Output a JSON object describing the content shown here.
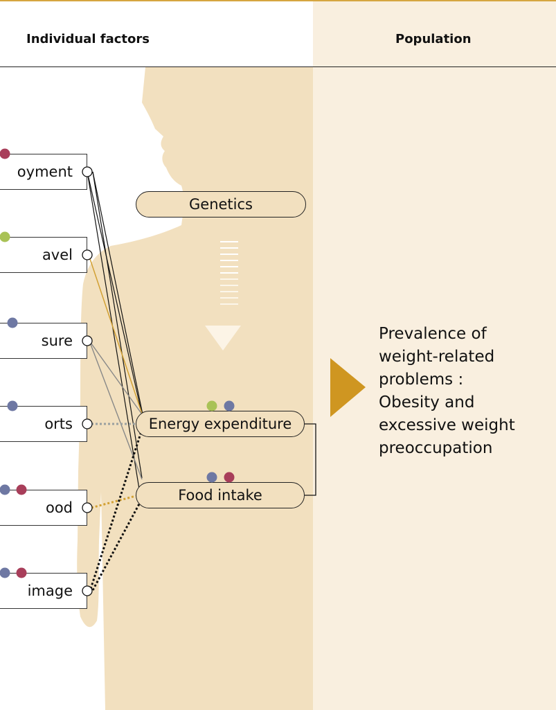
{
  "headers": {
    "individual_factors": "Individual factors",
    "population": "Population"
  },
  "colors": {
    "panel": "#f9efdf",
    "silhouette": "#f2e0bf",
    "accent": "#d6a640",
    "arrow": "#cf9621",
    "dot_green": "#a9c256",
    "dot_blue": "#6e78a3",
    "dot_red": "#a83e5a"
  },
  "factors": [
    {
      "label": "oyment",
      "dots": [
        "red"
      ]
    },
    {
      "label": "avel",
      "dots": [
        "green"
      ]
    },
    {
      "label": "sure",
      "dots": [
        "blue"
      ]
    },
    {
      "label": "orts",
      "dots": [
        "blue"
      ]
    },
    {
      "label": "ood",
      "dots": [
        "blue",
        "red"
      ]
    },
    {
      "label": "image",
      "dots": [
        "blue",
        "red"
      ]
    }
  ],
  "nodes": {
    "genetics": "Genetics",
    "energy_expenditure": "Energy expenditure",
    "food_intake": "Food intake"
  },
  "outcome": {
    "lines": [
      "Prevalence of",
      "weight-related",
      "problems :",
      "Obesity and",
      "excessive weight",
      "preoccupation"
    ]
  }
}
